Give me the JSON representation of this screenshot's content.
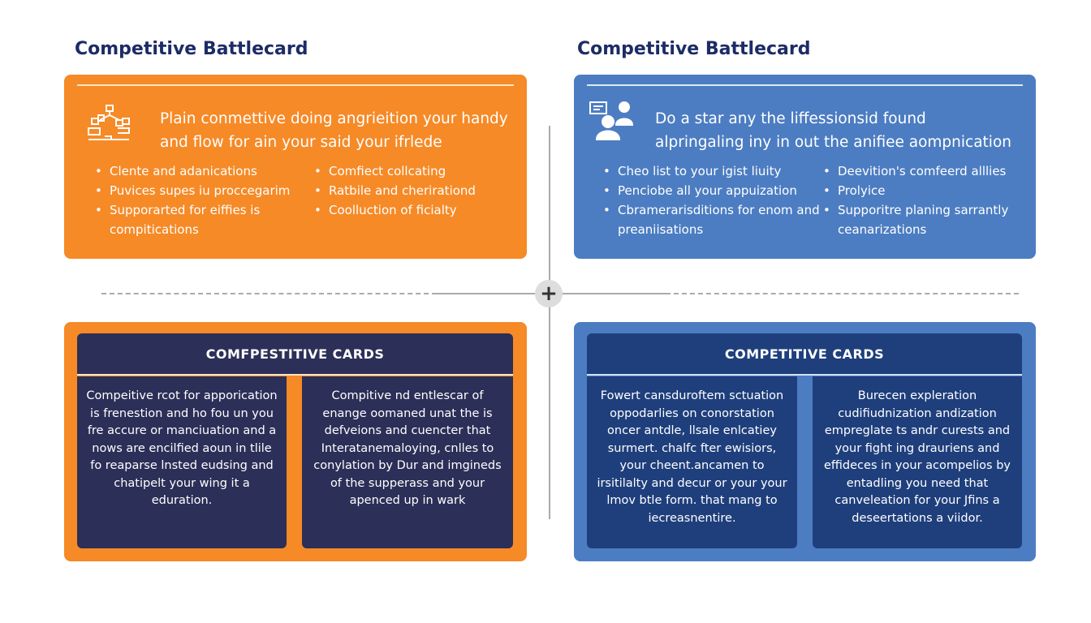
{
  "left": {
    "title": "Competitive Battlecard",
    "headline": "Plain conmettive doing angrieition your handy and flow for ain your said your ifrlede",
    "bullets_col1": [
      "Clente and adanications",
      "Puvices supes iu proccegarim",
      "Supporarted for eiffies is compitications"
    ],
    "bullets_col2": [
      "Comfiect collcating",
      "Ratbile and cherirationd",
      "Coolluction of ficialty"
    ],
    "cards_header": "COMFPESTITIVE CARDS",
    "card1": "Compeitive rcot for apporication is frenestion and ho fou un you fre accure or manciuation and a nows are encilfied aoun in tlile fo reaparse lnsted eudsing and chatipelt your wing it a eduration.",
    "card2": "Compitive nd entlescar of enange oomaned unat the is defveions and cuencter that Interatanemaloying, cnlles to conylation by Dur and imgineds of the supperass and your apenced up in wark",
    "icon": "team-network-icon",
    "color": "#f68a27",
    "inner_color": "#2c2f57"
  },
  "right": {
    "title": "Competitive Battlecard",
    "headline": "Do a star any the liffessionsid found alpringaling iny in out the anifiee aompnication",
    "bullets_col1": [
      "Cheo list to your igist liuity",
      "Penciobe all your appuization",
      "Cbramerarisditions for enom and preaniisations"
    ],
    "bullets_col2": [
      "Deevition's comfeerd alllies",
      "Prolyice",
      "Supporitre planing sarrantly ceanarizations"
    ],
    "cards_header": "COMPETITIVE CARDS",
    "card1": "Fowert cansduroftem sctuation oppodarlies on conorstation oncer antdle, llsale enlcatiey surmert. chalfc fter ewisiors, your cheent.ancamen to irsitilalty and decur or your your lmov btle form. that mang to iecreasnentire.",
    "card2": "Burecen expleration cudifiudnization andization empreglate ts andr curests and your fight ing drauriens and effideces in your acompelios by entadling you need that canveleation for your Jfins a deseertations a viidor.",
    "icon": "presentation-people-icon",
    "color": "#4c7dc2",
    "inner_color": "#1f3f7c"
  },
  "center": {
    "icon": "plus-icon",
    "symbol": "+"
  }
}
